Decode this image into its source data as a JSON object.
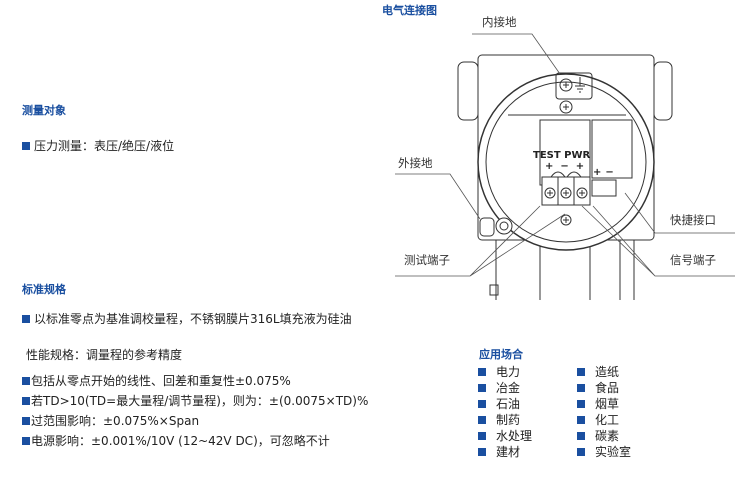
{
  "measure": {
    "title": "测量对象",
    "item": "压力测量：表压/绝压/液位"
  },
  "standard": {
    "title": "标准规格",
    "item": "以标准零点为基准调校量程，不锈钢膜片316L填充液为硅油"
  },
  "performance": {
    "title": "性能规格：调量程的参考精度",
    "items": [
      "包括从零点开始的线性、回差和重复性±0.075%",
      "若TD>10(TD=最大量程/调节量程)，则为：±(0.0075×TD)%",
      "过范围影响：±0.075%×Span",
      "电源影响：±0.001%/10V (12~42V DC)，可忽略不计"
    ]
  },
  "applications": {
    "title": "应用场合",
    "col1": [
      "电力",
      "冶金",
      "石油",
      "制药",
      "水处理",
      "建材"
    ],
    "col2": [
      "造纸",
      "食品",
      "烟草",
      "化工",
      "碳素",
      "实验室"
    ]
  },
  "diagram": {
    "title": "电气连接图",
    "labels": {
      "inner_ground": "内接地",
      "outer_ground": "外接地",
      "quick_connector": "快捷接口",
      "test_terminal": "测试端子",
      "signal_terminal": "信号端子",
      "test": "TEST",
      "pwr": "PWR",
      "plus": "+",
      "minus": "−"
    }
  },
  "colors": {
    "accent": "#1a4fa0"
  }
}
